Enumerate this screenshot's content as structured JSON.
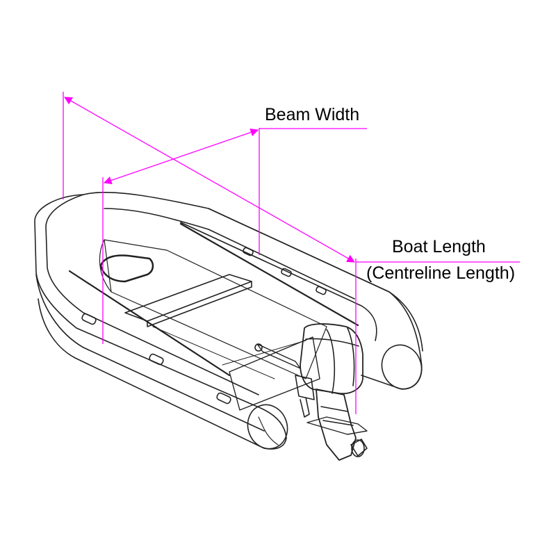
{
  "labels": {
    "beam_width": "Beam Width",
    "boat_length": "Boat Length",
    "boat_length_sub": "(Centreline Length)"
  },
  "colors": {
    "dimension_line": "#ff00ff",
    "outline": "#222222",
    "background": "#ffffff"
  }
}
